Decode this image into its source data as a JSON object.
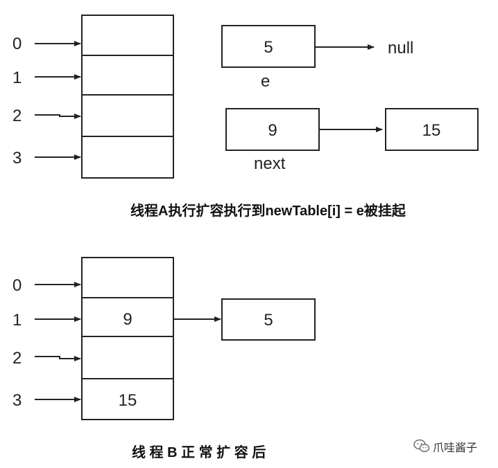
{
  "colors": {
    "stroke": "#222222",
    "background": "#ffffff",
    "text": "#222222"
  },
  "top": {
    "indices": [
      "0",
      "1",
      "2",
      "3"
    ],
    "node_e": {
      "value": "5",
      "pointer": "null",
      "label": "e"
    },
    "node_next": {
      "value": "9",
      "label": "next"
    },
    "node_after_next": {
      "value": "15"
    },
    "caption": "线程A执行扩容执行到newTable[i] = e被挂起"
  },
  "bottom": {
    "indices": [
      "0",
      "1",
      "2",
      "3"
    ],
    "slots": [
      "",
      "9",
      "",
      "15"
    ],
    "chain_node": {
      "value": "5"
    },
    "caption": "线 程 B 正 常 扩 容 后"
  },
  "watermark": {
    "icon": "wechat-icon",
    "text": "爪哇酱子"
  }
}
